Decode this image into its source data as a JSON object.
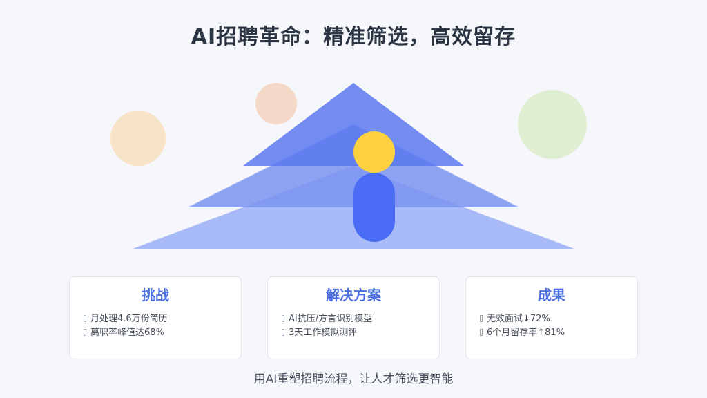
{
  "title": "AI招聘革命：精准筛选，高效留存",
  "colors": {
    "accent": "#4b6fe0",
    "figure_head": "#fdd23e",
    "figure_body": "#4a6cf5",
    "pyramid_top": "#5b79ef",
    "pyramid_mid": "#7b93f0",
    "pyramid_base": "#a8baf7"
  },
  "cards": [
    {
      "title": "挑战",
      "items": [
        "月处理4.6万份简历",
        "离职率峰值达68%"
      ]
    },
    {
      "title": "解决方案",
      "items": [
        "AI抗压/方言识别模型",
        "3天工作模拟测评"
      ]
    },
    {
      "title": "成果",
      "items": [
        "无效面试↓72%",
        "6个月留存率↑81%"
      ]
    }
  ],
  "footer": "用AI重塑招聘流程，让人才筛选更智能"
}
